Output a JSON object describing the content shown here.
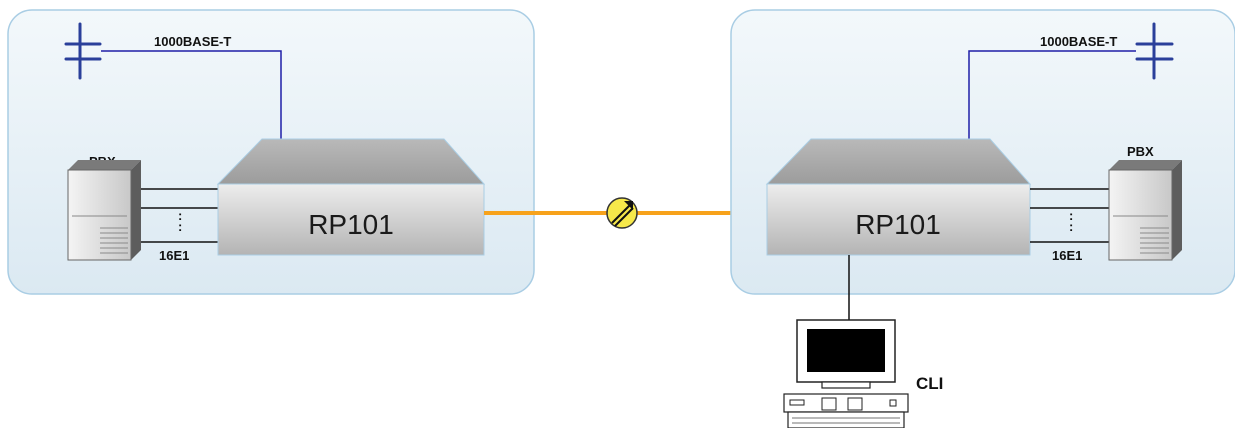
{
  "colors": {
    "site_fill": "#e8f2f8",
    "site_stroke": "#a9cde4",
    "ethernet_line": "#1f1fa8",
    "e1_line": "#111111",
    "fiber_line": "#f7a21b",
    "repeater_fill": "#f6e84a"
  },
  "left_site": {
    "ethernet_label": "1000BASE-T",
    "device_label": "RP101",
    "pbx_label": "PBX",
    "e1_label": "16E1",
    "dots": ":"
  },
  "right_site": {
    "ethernet_label": "1000BASE-T",
    "device_label": "RP101",
    "pbx_label": "PBX",
    "e1_label": "16E1",
    "dots": ":"
  },
  "management": {
    "terminal_label": "CLI"
  },
  "icons": {
    "ethernet": "ethernet-bus-icon",
    "pbx": "pbx-server-icon",
    "repeater": "line-repeater-icon",
    "terminal": "computer-terminal-icon"
  }
}
